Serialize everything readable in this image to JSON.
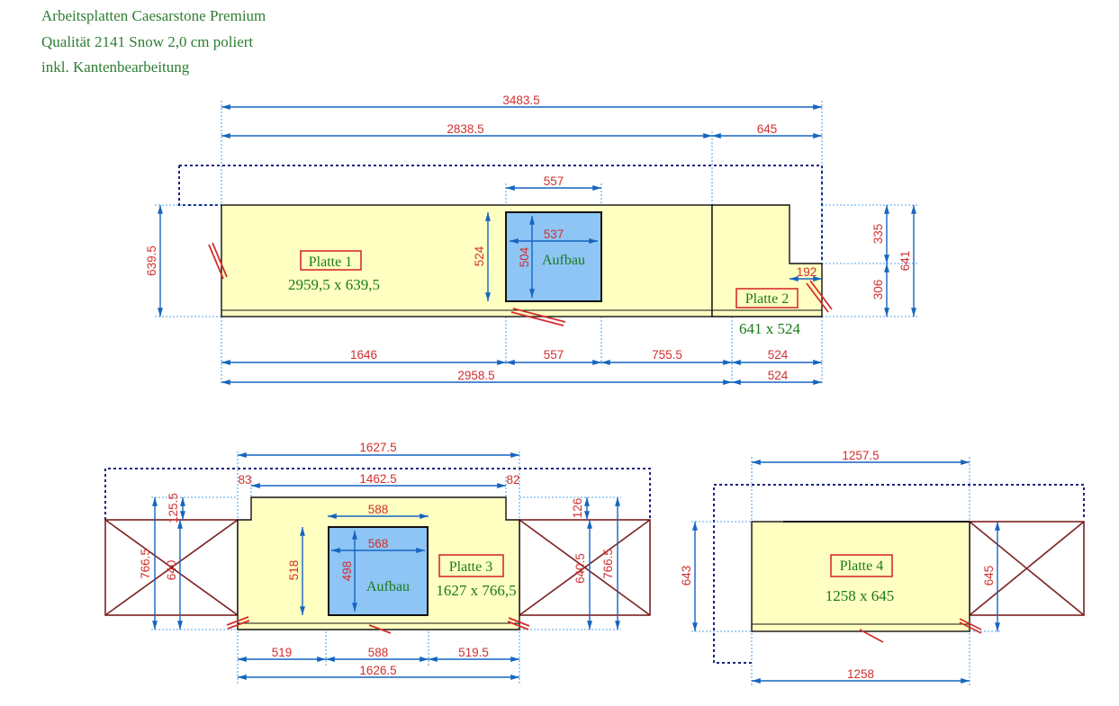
{
  "header": {
    "line1": "Arbeitsplatten Caesarstone Premium",
    "line2": "Qualität 2141 Snow 2,0 cm poliert",
    "line3": "inkl. Kantenbearbeitung"
  },
  "colors": {
    "plate_fill": "#ffffc2",
    "sink_fill": "#8ec5f5",
    "dimension_text": "#d32f2f",
    "dimension_line": "#1565c0",
    "label_text": "#1b7a1b",
    "ghost_outline": "#1a237e",
    "cabinet": "#7b1f1f"
  },
  "top": {
    "dims": {
      "total": "3483.5",
      "left": "2838.5",
      "right": "645",
      "sink_w": "557",
      "sink_inner_w": "537",
      "sink_h": "524",
      "sink_inner_h": "504",
      "height": "639.5",
      "notch": "192",
      "r_upper": "335",
      "r_lower": "306",
      "r_total": "641",
      "b_1646": "1646",
      "b_557": "557",
      "b_755": "755.5",
      "b_524a": "524",
      "b_2958": "2958.5",
      "b_524b": "524"
    },
    "plate1_label": "Platte 1",
    "plate1_size": "2959,5 x 639,5",
    "plate2_label": "Platte 2",
    "plate2_size": "641 x 524",
    "sink_label": "Aufbau"
  },
  "mid": {
    "dims": {
      "total": "1627.5",
      "inner": "1462.5",
      "left_notch": "83",
      "right_notch": "82",
      "sink_w": "588",
      "sink_inner_w": "568",
      "sink_h": "518",
      "sink_inner_h": "498",
      "l_125": "125.5",
      "l_766": "766.5",
      "l_640": "640",
      "r_126": "126",
      "r_640": "640.5",
      "r_766": "766.5",
      "b_519": "519",
      "b_588": "588",
      "b_519_5": "519.5",
      "b_1626": "1626.5"
    },
    "plate3_label": "Platte 3",
    "plate3_size": "1627 x 766,5",
    "sink_label": "Aufbau"
  },
  "right": {
    "dims": {
      "top": "1257.5",
      "bottom": "1258",
      "left_h": "643",
      "right_h": "645"
    },
    "plate4_label": "Platte 4",
    "plate4_size": "1258 x 645"
  }
}
